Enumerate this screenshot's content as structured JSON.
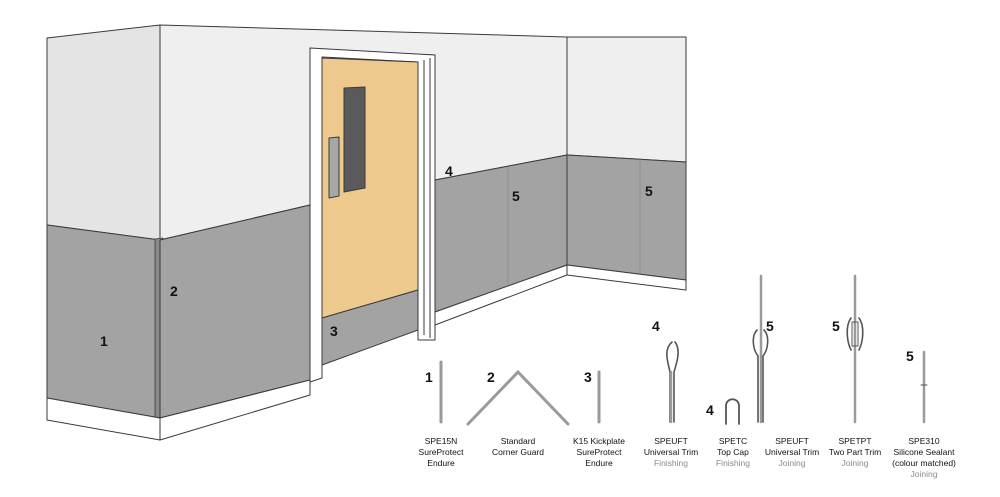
{
  "diagram": {
    "callouts": {
      "n1": "1",
      "n2": "2",
      "n3": "3",
      "n4": "4",
      "n5a": "5",
      "n5b": "5"
    },
    "products": [
      {
        "number": "1",
        "line1": "SPE15N",
        "line2": "SureProtect",
        "line3": "Endure",
        "usage": ""
      },
      {
        "number": "2",
        "line1": "Standard",
        "line2": "Corner Guard",
        "line3": "",
        "usage": ""
      },
      {
        "number": "3",
        "line1": "K15 Kickplate",
        "line2": "SureProtect",
        "line3": "Endure",
        "usage": ""
      },
      {
        "number": "4",
        "line1": "SPEUFT",
        "line2": "Universal Trim",
        "line3": "",
        "usage": "Finishing"
      },
      {
        "number": "4",
        "line1": "SPETC",
        "line2": "Top Cap",
        "line3": "",
        "usage": "Finishing"
      },
      {
        "number": "5",
        "line1": "SPEUFT",
        "line2": "Universal Trim",
        "line3": "",
        "usage": "Joining"
      },
      {
        "number": "5",
        "line1": "SPETPT",
        "line2": "Two Part Trim",
        "line3": "",
        "usage": "Joining"
      },
      {
        "number": "5",
        "line1": "SPE310",
        "line2": "Silicone Sealant",
        "line3": "(colour matched)",
        "usage": "Joining"
      }
    ],
    "colors": {
      "upper_wall": "#eeeeee",
      "upper_wall_side": "#e4e4e4",
      "cladding": "#a3a3a3",
      "cladding_dark": "#8f8f8f",
      "door": "#eec98e",
      "door_window": "#5a5a5c",
      "skirting": "#ffffff",
      "outline": "#3a3a3a"
    }
  }
}
